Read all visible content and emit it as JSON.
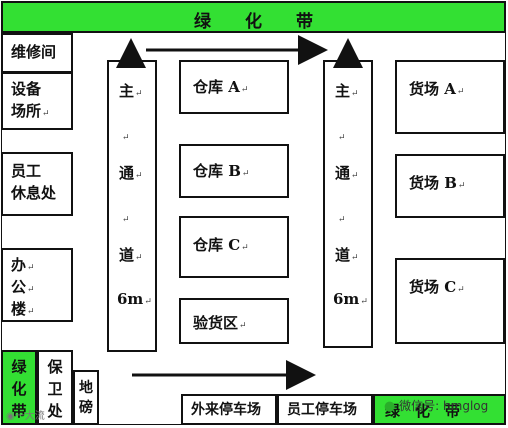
{
  "green_belt": {
    "label": "绿　　化　　带",
    "color": "#33e033"
  },
  "green_belt_bottom": {
    "label": "绿　化　带"
  },
  "left_column": {
    "repair": "维修间",
    "equipment": [
      "设备",
      "场所"
    ],
    "staff_rest": [
      "员工",
      "休息处"
    ],
    "office": [
      "办",
      "公",
      "楼"
    ],
    "green_small": [
      "绿",
      "化",
      "带"
    ],
    "guard": [
      "保",
      "卫",
      "处"
    ],
    "scale": [
      "地",
      "磅"
    ]
  },
  "main_road": {
    "chars": [
      "主",
      "通",
      "道",
      "6m"
    ]
  },
  "warehouses": [
    "仓库 A",
    "仓库 B",
    "仓库 C",
    "验货区"
  ],
  "yards": [
    "货场 A",
    "货场 B",
    "货场 C"
  ],
  "parking": [
    "外来停车场",
    "员工停车场"
  ],
  "paragraph_mark": "↵",
  "watermark": {
    "left": "一大流",
    "right": "微信号: hmglog"
  }
}
